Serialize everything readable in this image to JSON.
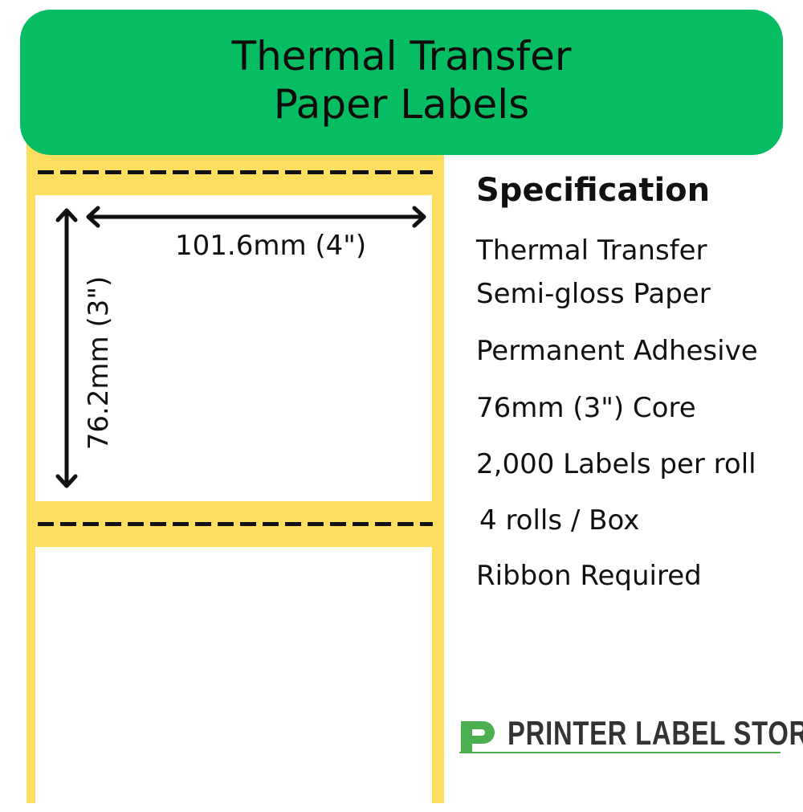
{
  "header": {
    "line1": "Thermal Transfer",
    "line2": "Paper Labels"
  },
  "label": {
    "width": "101.6mm (4\")",
    "height": "76.2mm (3\")"
  },
  "spec": {
    "title": "Specification",
    "items": [
      "Thermal Transfer",
      "Semi-gloss Paper",
      "Permanent Adhesive",
      "76mm (3\") Core",
      "2,000 Labels per roll",
      "4 rolls / Box",
      "Ribbon Required"
    ]
  },
  "logo": {
    "text": "PRINTER LABEL STORE"
  },
  "colors": {
    "header": "#06bd64",
    "liner": "#fdde5e",
    "logo": "#4caf50"
  }
}
